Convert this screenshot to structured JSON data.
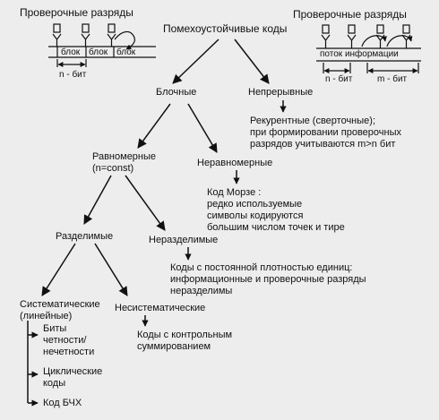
{
  "title": "Помехоустойчивые коды",
  "block_inset": {
    "caption": "Проверочные разряды",
    "cells": [
      "блок",
      "блок",
      "блок"
    ],
    "width_label": "n - бит"
  },
  "stream_inset": {
    "caption": "Проверочные разряды",
    "stream_label": "поток информации",
    "n_label": "n - бит",
    "m_label": "m - бит"
  },
  "nodes": {
    "block": "Блочные",
    "continuous": "Непрерывные",
    "continuous_note": [
      "Рекурентные (сверточные);",
      "при формировании проверочных",
      "разрядов учитываются m>n бит"
    ],
    "uniform": [
      "Равномерные",
      "(n=const)"
    ],
    "nonuniform": "Неравномерные",
    "morse_note": [
      "Код Морзе :",
      "редко используемые",
      "символы кодируются",
      "большим числом точек и тире"
    ],
    "separable": "Разделимые",
    "nonseparable": "Неразделимые",
    "constant_weight_note": [
      "Коды с постоянной плотностью единиц:",
      "информационные и проверочные разряды",
      "неразделимы"
    ],
    "systematic": [
      "Систематические",
      "(линейные)"
    ],
    "nonsystematic": "Несистематические",
    "checksum_note": [
      "Коды с контрольным",
      "суммированием"
    ],
    "parity": [
      "Биты",
      "четности/",
      "нечетности"
    ],
    "cyclic": [
      "Циклические",
      "коды"
    ],
    "bch": "Код БЧХ"
  },
  "colors": {
    "ink": "#111111",
    "background": "#ededed"
  }
}
